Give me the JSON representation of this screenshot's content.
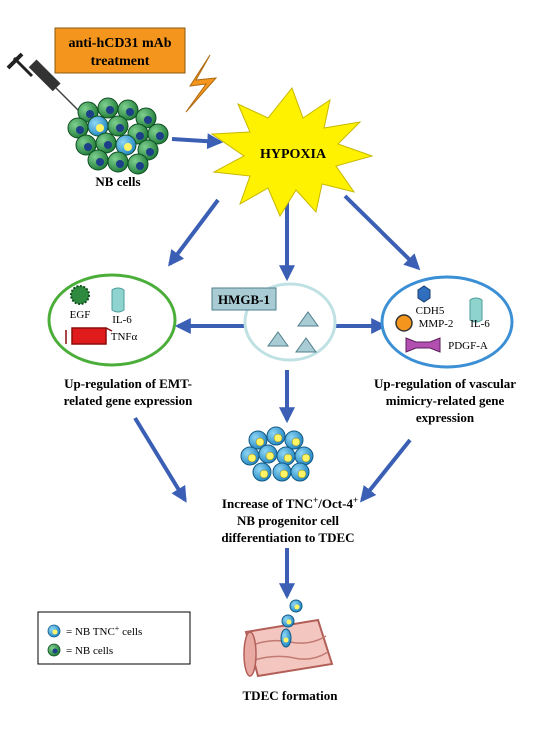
{
  "treatment": {
    "line1": "anti-hCD31 mAb",
    "line2": "treatment"
  },
  "nb_cells_label": "NB cells",
  "hypoxia_label": "HYPOXIA",
  "hmgb1_label": "HMGB-1",
  "emt": {
    "factors": {
      "egf": "EGF",
      "il6": "IL-6",
      "tnfa": "TNFα"
    },
    "caption": [
      "Up-regulation of EMT-",
      "related gene expression"
    ]
  },
  "vm": {
    "factors": {
      "cdh5": "CDH5",
      "mmp2": "MMP-2",
      "il6": "IL-6",
      "pdgfa": "PDGF-A"
    },
    "caption": [
      "Up-regulation of vascular",
      "mimicry-related gene",
      "expression"
    ]
  },
  "progenitor": {
    "line1": {
      "a": "Increase of TNC",
      "sup1": "+",
      "b": "/Oct-4",
      "sup2": "+"
    },
    "line2": "NB progenitor cell",
    "line3": "differentiation to TDEC"
  },
  "tdec_label": "TDEC formation",
  "legend": {
    "tnc_a": "= NB TNC",
    "tnc_sup": "+",
    "tnc_b": " cells",
    "nb": "=  NB cells"
  },
  "colors": {
    "arrow": "#3a5fb4",
    "treatment_fill": "#f4961e",
    "hypoxia_fill": "#fff200",
    "emt_border": "#4cae3a",
    "vm_border": "#3b8fd4",
    "hmgb1_box": "#a9cbd4",
    "nb_cell": "#2e9a4c",
    "tnc_cell": "#35a7df",
    "nucleus": "#1d3f8a",
    "tnc_nucleus": "#fff466"
  }
}
